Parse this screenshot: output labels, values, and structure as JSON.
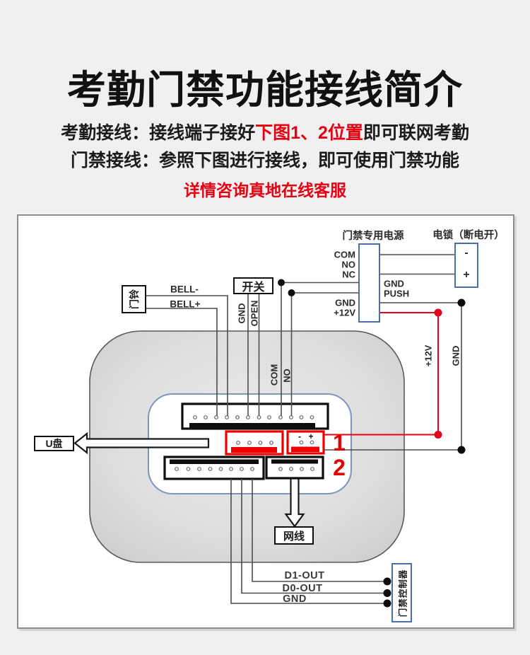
{
  "header": {
    "title": "考勤门禁功能接线简介",
    "line1_prefix": "考勤接线：接线端子接好",
    "line1_highlight": "下图1、2位置",
    "line1_suffix": "即可联网考勤",
    "line2": "门禁接线：参照下图进行接线，即可使用门禁功能",
    "line3": "详情咨询真地在线客服"
  },
  "diagram": {
    "power": {
      "title": "门禁专用电源",
      "pin_com": "COM",
      "pin_no": "NO",
      "pin_nc": "NC",
      "pin_gnd_mid": "GND",
      "pin_push": "PUSH",
      "pin_gnd": "GND",
      "pin_12v": "+12V"
    },
    "lock": {
      "title": "电锁（断电开）",
      "neg": "-",
      "pos": "+"
    },
    "doorbell": {
      "label": "门铃",
      "bell_neg": "BELL-",
      "bell_pos": "BELL+"
    },
    "switch": {
      "label": "开关",
      "wire_gnd": "GND",
      "wire_open": "OPEN"
    },
    "device_inputs": {
      "com": "COM",
      "no": "NO"
    },
    "right_wires": {
      "v12": "+12V",
      "gnd": "GND"
    },
    "connector1": {
      "neg": "-",
      "pos": "+"
    },
    "markers": {
      "m1": "1",
      "m2": "2"
    },
    "usb": {
      "label": "U盘"
    },
    "network": {
      "label": "网线"
    },
    "outputs": {
      "d1": "D1-OUT",
      "d0": "D0-OUT",
      "gnd": "GND"
    },
    "controller": {
      "label": "门禁控制器"
    }
  },
  "colors": {
    "accent_red": "#e60012",
    "wire_red": "#e8001a",
    "wire_black": "#4d4d4d",
    "connector_red": "#ee0000",
    "box_blue": "#4a6fab"
  }
}
